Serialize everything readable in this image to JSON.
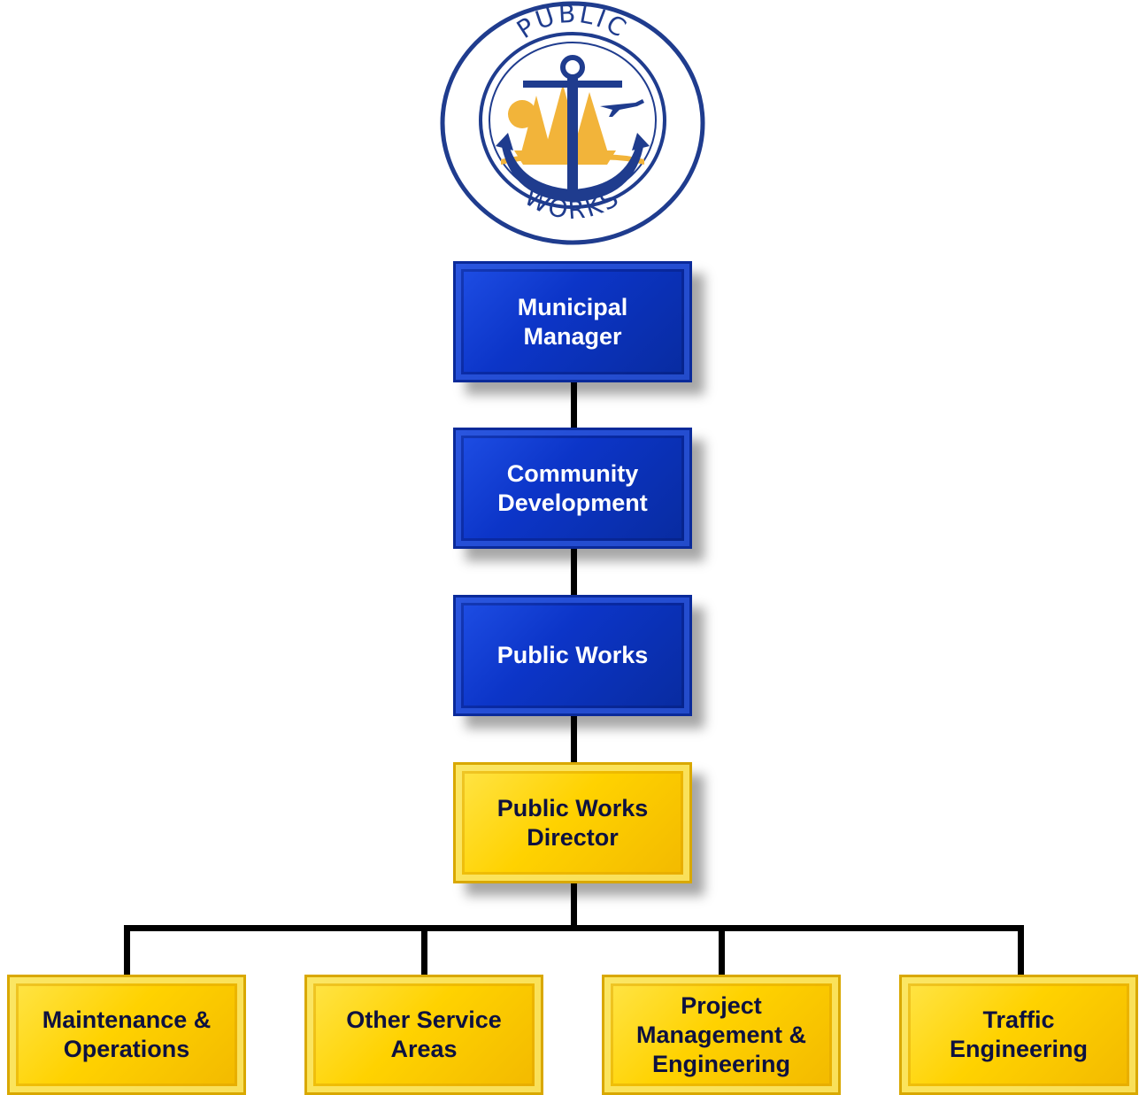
{
  "logo": {
    "top_text": "PUBLIC",
    "bottom_text": "WORKS",
    "ring_color": "#1f3c8e",
    "gold_color": "#f2b43a"
  },
  "colors": {
    "blue_box": "#0c35c8",
    "gold_box": "#ffd200",
    "connector": "#000000"
  },
  "chain": [
    {
      "label": "Municipal\nManager",
      "style": "blue"
    },
    {
      "label": "Community\nDevelopment",
      "style": "blue"
    },
    {
      "label": "Public Works",
      "style": "blue"
    },
    {
      "label": "Public Works\nDirector",
      "style": "gold"
    }
  ],
  "divisions": [
    {
      "label": "Maintenance &\nOperations"
    },
    {
      "label": "Other Service\nAreas"
    },
    {
      "label": "Project\nManagement &\nEngineering"
    },
    {
      "label": "Traffic\nEngineering"
    }
  ]
}
